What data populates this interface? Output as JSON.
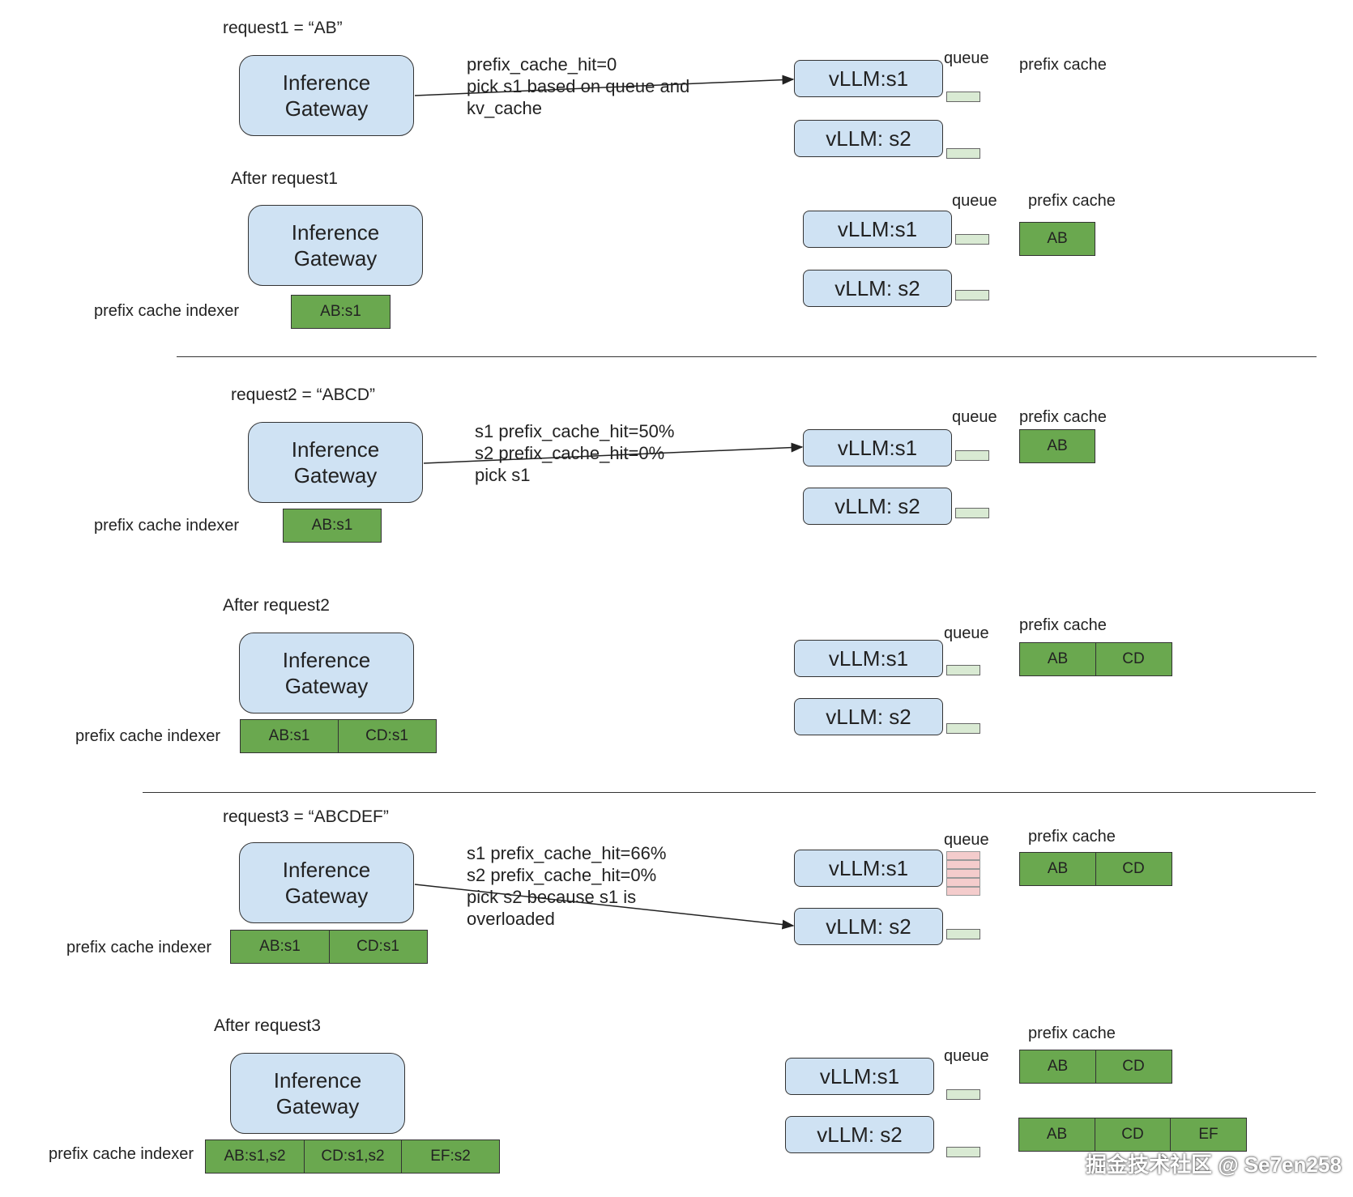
{
  "labels": {
    "gateway": "Inference\nGateway",
    "s1": "vLLM:s1",
    "s2": "vLLM: s2",
    "queue": "queue",
    "prefix_cache": "prefix cache",
    "indexer": "prefix cache indexer"
  },
  "sections": {
    "req1": {
      "title": "request1 = “AB”",
      "note": "prefix_cache_hit=0\npick s1 based on queue and\nkv_cache"
    },
    "after1": {
      "title": "After request1",
      "indexer_cells": [
        "AB:s1"
      ],
      "cache_cells": [
        "AB"
      ]
    },
    "req2": {
      "title": "request2 = “ABCD”",
      "note": "s1 prefix_cache_hit=50%\ns2 prefix_cache_hit=0%\npick s1",
      "indexer_cells": [
        "AB:s1"
      ],
      "cache_cells": [
        "AB"
      ]
    },
    "after2": {
      "title": "After request2",
      "indexer_cells": [
        "AB:s1",
        "CD:s1"
      ],
      "cache_cells": [
        "AB",
        "CD"
      ]
    },
    "req3": {
      "title": "request3 = “ABCDEF”",
      "note": "s1 prefix_cache_hit=66%\ns2 prefix_cache_hit=0%\npick s2 because s1 is\noverloaded",
      "indexer_cells": [
        "AB:s1",
        "CD:s1"
      ],
      "cache_cells": [
        "AB",
        "CD"
      ]
    },
    "after3": {
      "title": "After request3",
      "indexer_cells": [
        "AB:s1,s2",
        "CD:s1,s2",
        "EF:s2"
      ],
      "cache_s1_cells": [
        "AB",
        "CD"
      ],
      "cache_s2_cells": [
        "AB",
        "CD",
        "EF"
      ]
    }
  },
  "watermark": "掘金技术社区 @ Se7en258"
}
